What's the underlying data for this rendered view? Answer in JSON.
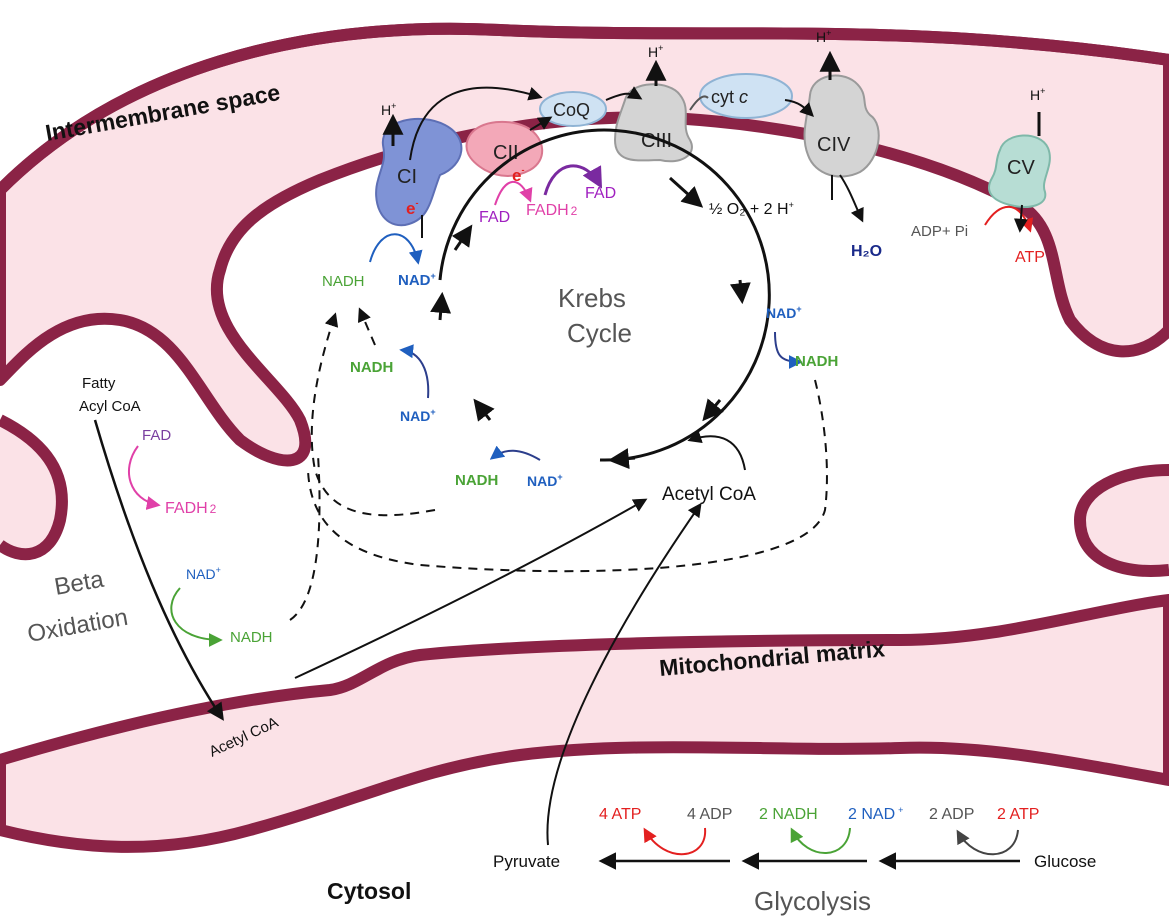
{
  "regions": {
    "intermembrane": "Intermembrane space",
    "matrix": "Mitochondrial matrix",
    "cytosol": "Cytosol"
  },
  "complexes": {
    "ci": "CI",
    "cii": "CII",
    "coq": "CoQ",
    "ciii": "CIII",
    "cytc_main": "cyt",
    "cytc_italic": "c",
    "civ": "CIV",
    "cv": "CV",
    "proton": "H",
    "proton_sup": "+",
    "electron": "e",
    "electron_sup": "-"
  },
  "etc_labels": {
    "fad_1": "FAD",
    "fadh2": "FADH",
    "fadh2_sub": "2",
    "fad_2": "FAD",
    "oxygen": "½ O₂ + 2 H",
    "oxygen_sup": "+",
    "water": "H₂O",
    "adp_pi": "ADP+ Pi",
    "atp": "ATP",
    "nadh_ci": "NADH",
    "nad_ci": "NAD",
    "plus": "+"
  },
  "krebs": {
    "title_line1": "Krebs",
    "title_line2": "Cycle",
    "nad_right": "NAD",
    "nadh_right": "NADH",
    "nadh_left": "NADH",
    "nad_left": "NAD",
    "nadh_bottom": "NADH",
    "nad_bottom": "NAD",
    "acetyl_coa": "Acetyl CoA"
  },
  "beta_oxidation": {
    "title_line1": "Beta",
    "title_line2": "Oxidation",
    "fatty_line1": "Fatty",
    "fatty_line2": "Acyl CoA",
    "fad": "FAD",
    "fadh2": "FADH",
    "fadh2_sub": "2",
    "nad": "NAD",
    "nadh": "NADH",
    "acetyl_coa": "Acetyl CoA"
  },
  "glycolysis": {
    "title": "Glycolysis",
    "pyruvate": "Pyruvate",
    "glucose": "Glucose",
    "atp_4": "4 ATP",
    "adp_4": "4 ADP",
    "nadh_2": "2 NADH",
    "nad_2": "2 NAD",
    "adp_2": "2 ADP",
    "atp_2": "2 ATP"
  },
  "colors": {
    "membrane": "#8b2346",
    "ims_fill": "#fbe2e7",
    "ci": "#7f93d6",
    "cii": "#f3a8b8",
    "coq": "#cfe2f3",
    "ciii": "#d4d4d4",
    "cv": "#b7ddd4",
    "nadh_green": "#4aa336",
    "nad_blue": "#1f5fbf",
    "fad_purple": "#a020c0",
    "fadh2_magenta": "#e040a8",
    "atp_red": "#e32020",
    "water_navy": "#1a2a8a",
    "text_dark": "#222222",
    "text_gray": "#555555"
  }
}
